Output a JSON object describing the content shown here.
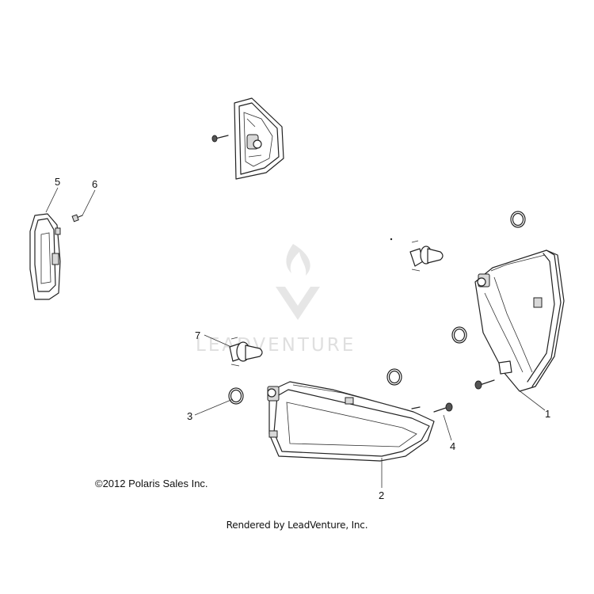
{
  "diagram": {
    "copyright": "©2012 Polaris Sales Inc.",
    "rendered_by": "Rendered by LeadVenture, Inc.",
    "watermark": "LEADVENTURE",
    "callouts": [
      {
        "id": "1",
        "label": "1"
      },
      {
        "id": "2",
        "label": "2"
      },
      {
        "id": "3",
        "label": "3"
      },
      {
        "id": "4",
        "label": "4"
      },
      {
        "id": "5",
        "label": "5"
      },
      {
        "id": "6",
        "label": "6"
      },
      {
        "id": "7",
        "label": "7"
      }
    ]
  },
  "colors": {
    "line": "#222222",
    "watermark": "#dcdcdc",
    "background": "#ffffff"
  }
}
